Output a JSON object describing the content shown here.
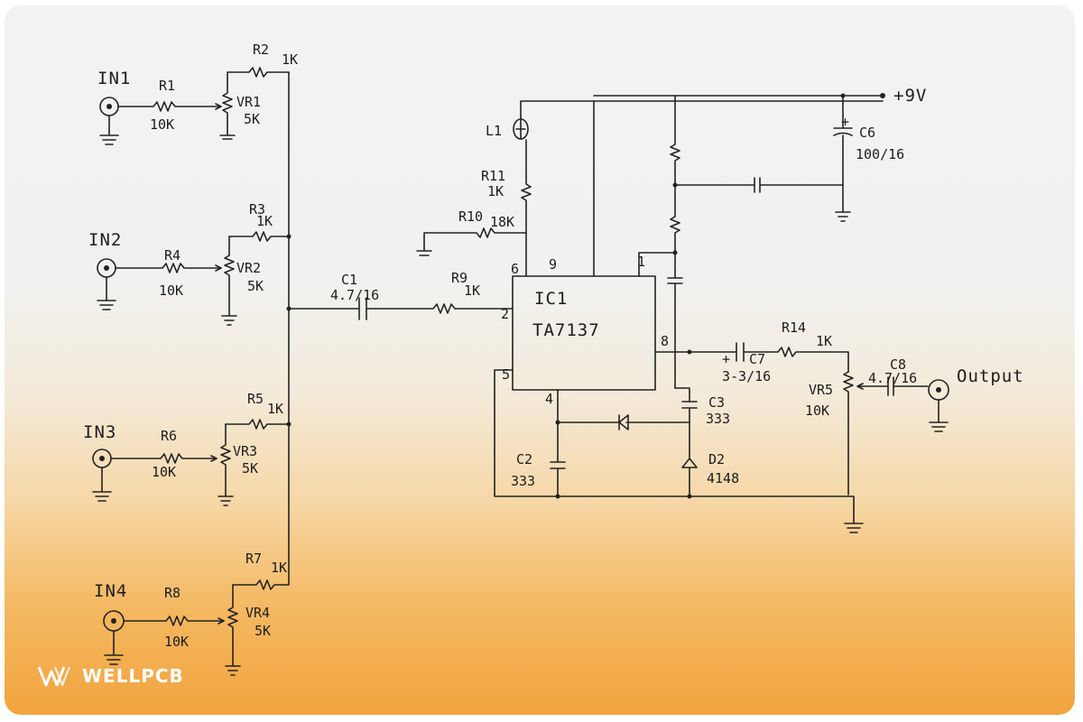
{
  "brand": {
    "logo_text": "WELLPCB"
  },
  "inputs": {
    "in1": "IN1",
    "in2": "IN2",
    "in3": "IN3",
    "in4": "IN4"
  },
  "components": {
    "r1": {
      "name": "R1",
      "value": "10K"
    },
    "r2": {
      "name": "R2",
      "value": "1K"
    },
    "vr1": {
      "name": "VR1",
      "value": "5K"
    },
    "r3": {
      "name": "R3",
      "value": "1K"
    },
    "r4": {
      "name": "R4",
      "value": "10K"
    },
    "vr2": {
      "name": "VR2",
      "value": "5K"
    },
    "r5": {
      "name": "R5",
      "value": "1K"
    },
    "r6": {
      "name": "R6",
      "value": "10K"
    },
    "vr3": {
      "name": "VR3",
      "value": "5K"
    },
    "r7": {
      "name": "R7",
      "value": "1K"
    },
    "r8": {
      "name": "R8",
      "value": "10K"
    },
    "vr4": {
      "name": "VR4",
      "value": "5K"
    },
    "c1": {
      "name": "C1",
      "value": "4.7/16"
    },
    "r9": {
      "name": "R9",
      "value": "1K"
    },
    "r10": {
      "name": "R10",
      "value": "18K"
    },
    "r11": {
      "name": "R11",
      "value": "1K"
    },
    "l1": {
      "name": "L1"
    },
    "ic1": {
      "name": "IC1",
      "part": "TA7137"
    },
    "c6": {
      "name": "C6",
      "value": "100/16"
    },
    "c7": {
      "name": "C7",
      "value": "3-3/16"
    },
    "r14": {
      "name": "R14",
      "value": "1K"
    },
    "c8": {
      "name": "C8",
      "value": "4.7/16"
    },
    "vr5": {
      "name": "VR5",
      "value": "10K"
    },
    "c3": {
      "name": "C3",
      "value": "333"
    },
    "c2": {
      "name": "C2",
      "value": "333"
    },
    "d2": {
      "name": "D2",
      "value": "4148"
    }
  },
  "pins": {
    "p1": "1",
    "p2": "2",
    "p4": "4",
    "p5": "5",
    "p6": "6",
    "p8": "8",
    "p9": "9"
  },
  "supply": {
    "label": "+9V"
  },
  "output": {
    "label": "Output"
  },
  "polarity": {
    "plus": "+"
  }
}
